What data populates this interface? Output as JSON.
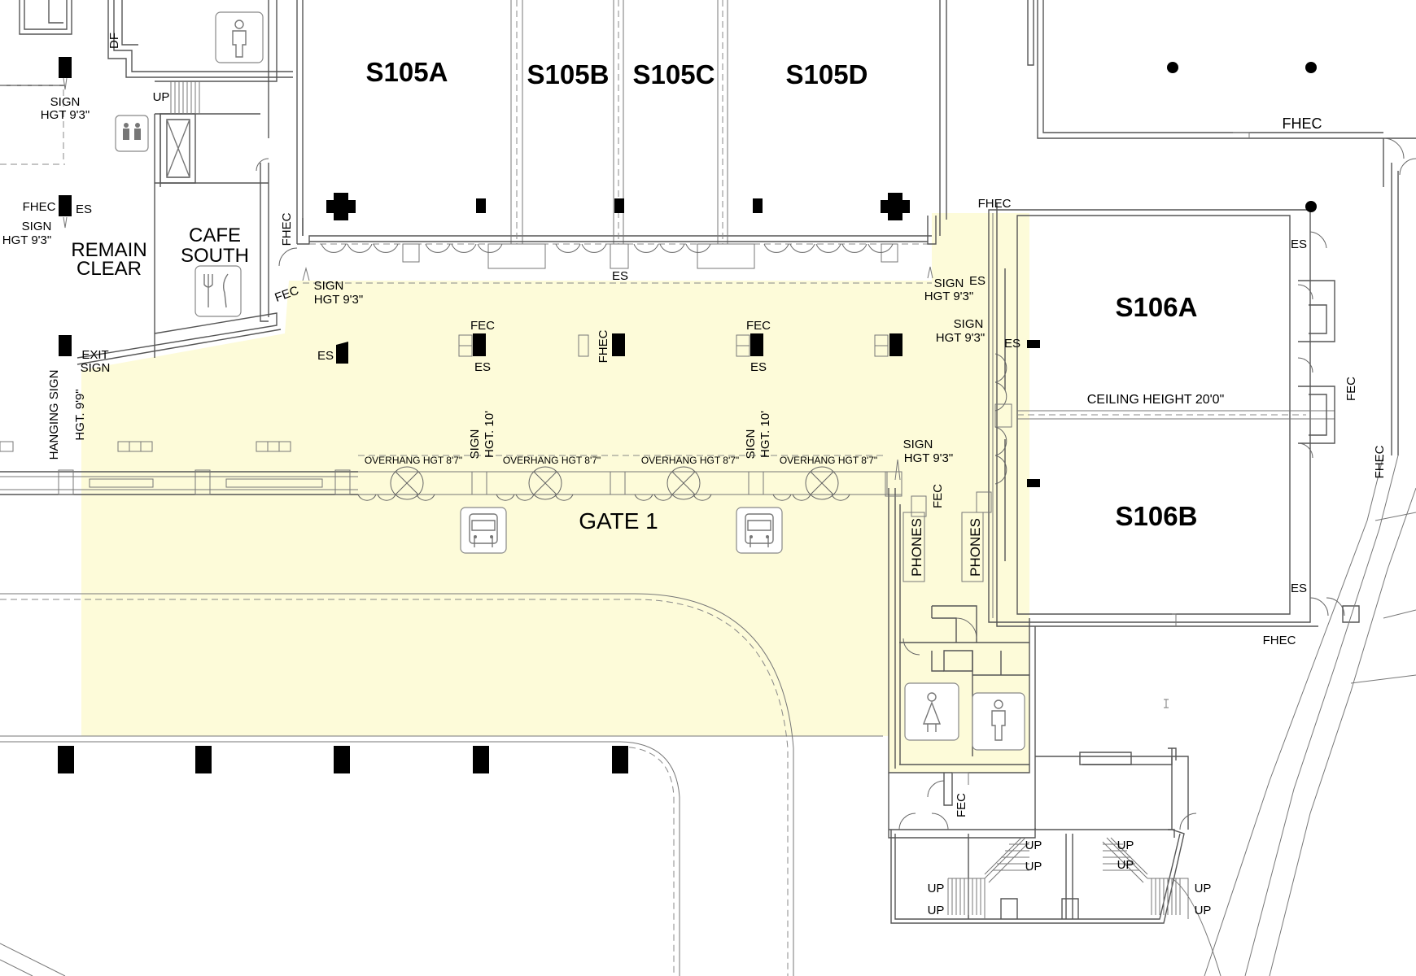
{
  "plan": {
    "highlight_color": "#fdfbd9",
    "rooms": {
      "s105a": "S105A",
      "s105b": "S105B",
      "s105c": "S105C",
      "s105d": "S105D",
      "s106a": "S106A",
      "s106b": "S106B"
    },
    "labels": {
      "gate": "GATE 1",
      "cafe_line1": "CAFE",
      "cafe_line2": "SOUTH",
      "remain_line1": "REMAIN",
      "remain_line2": "CLEAR",
      "ceiling": "CEILING HEIGHT 20'0\"",
      "phones": "PHONES",
      "up": "UP",
      "df": "DF",
      "fhec": "FHEC",
      "fec": "FEC",
      "es": "ES",
      "sign": "SIGN",
      "sign_hgt": "HGT 9'3\"",
      "sign_hgt_10": "HGT. 10'",
      "overhang": "OVERHANG HGT 8'7\"",
      "exit_line1": "EXIT",
      "exit_line2": "SIGN",
      "hanging_sign": "HANGING SIGN",
      "hanging_hgt": "HGT. 9'9\""
    },
    "icons": [
      "restroom-icon",
      "elevator-icon",
      "restaurant-icon",
      "bus-icon",
      "women-restroom-icon",
      "men-restroom-icon",
      "first-aid-icon"
    ]
  }
}
